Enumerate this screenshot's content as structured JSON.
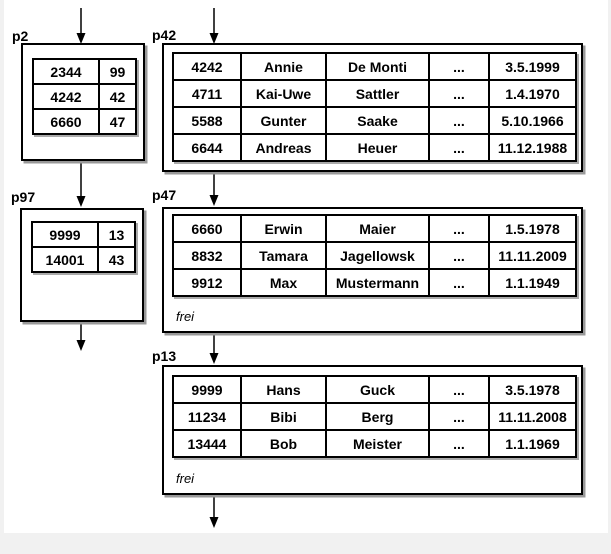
{
  "diagram": {
    "description_labels": {
      "free_label": "frei"
    },
    "colors": {
      "background": "#ffffff",
      "margin": "#f1f1f1",
      "line": "#000000",
      "shadow": "#999999"
    }
  },
  "pages": {
    "p2": {
      "label": "p2",
      "type": "index-page",
      "rows": [
        [
          "2344",
          "99"
        ],
        [
          "4242",
          "42"
        ],
        [
          "6660",
          "47"
        ]
      ]
    },
    "p42": {
      "label": "p42",
      "type": "data-page",
      "rows": [
        [
          "4242",
          "Annie",
          "De Monti",
          "...",
          "3.5.1999"
        ],
        [
          "4711",
          "Kai-Uwe",
          "Sattler",
          "...",
          "1.4.1970"
        ],
        [
          "5588",
          "Gunter",
          "Saake",
          "...",
          "5.10.1966"
        ],
        [
          "6644",
          "Andreas",
          "Heuer",
          "...",
          "11.12.1988"
        ]
      ]
    },
    "p97": {
      "label": "p97",
      "type": "index-page",
      "rows": [
        [
          "9999",
          "13"
        ],
        [
          "14001",
          "43"
        ]
      ]
    },
    "p47": {
      "label": "p47",
      "type": "data-page",
      "free_label": "frei",
      "rows": [
        [
          "6660",
          "Erwin",
          "Maier",
          "...",
          "1.5.1978"
        ],
        [
          "8832",
          "Tamara",
          "Jagellowsk",
          "...",
          "11.11.2009"
        ],
        [
          "9912",
          "Max",
          "Mustermann",
          "...",
          "1.1.1949"
        ]
      ]
    },
    "p13": {
      "label": "p13",
      "type": "data-page",
      "free_label": "frei",
      "rows": [
        [
          "9999",
          "Hans",
          "Guck",
          "...",
          "3.5.1978"
        ],
        [
          "11234",
          "Bibi",
          "Berg",
          "...",
          "11.11.2008"
        ],
        [
          "13444",
          "Bob",
          "Meister",
          "...",
          "1.1.1969"
        ]
      ]
    }
  },
  "arrows": [
    {
      "from": "above",
      "to": "p2"
    },
    {
      "from": "above",
      "to": "p42"
    },
    {
      "from": "p2",
      "to": "p97"
    },
    {
      "from": "p97",
      "to": "below"
    },
    {
      "from": "p42",
      "to": "p47"
    },
    {
      "from": "p47",
      "to": "p13"
    },
    {
      "from": "p13",
      "to": "below"
    }
  ]
}
